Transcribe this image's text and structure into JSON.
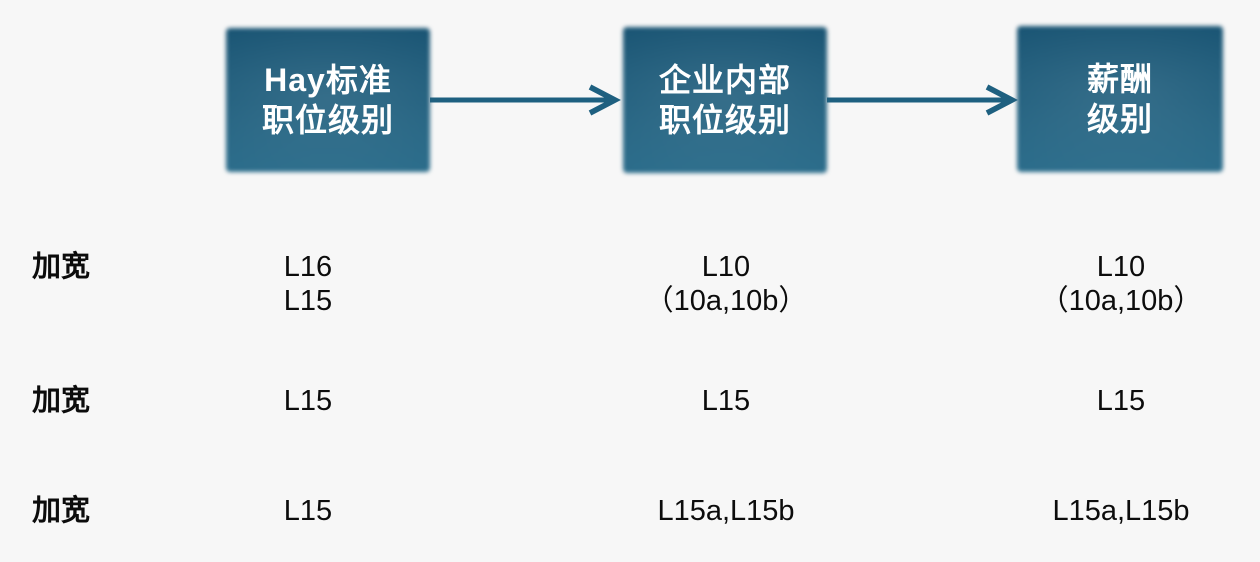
{
  "diagram": {
    "background_color": "#f7f7f7",
    "box_fill_color": "#1f5e7d",
    "arrow_color": "#1e6080",
    "box_text_color": "#ffffff",
    "body_text_color": "#0c0c0c",
    "boxes": [
      {
        "line1": "Hay标准",
        "line2": "职位级别"
      },
      {
        "line1": "企业内部",
        "line2": "职位级别"
      },
      {
        "line1": "薪酬",
        "line2": "级别"
      }
    ],
    "rows": [
      {
        "label": "加宽",
        "cells": [
          {
            "line1": "L16",
            "line2": "L15"
          },
          {
            "line1": "L10",
            "line2": "（10a,10b）"
          },
          {
            "line1": "L10",
            "line2": "（10a,10b）"
          }
        ]
      },
      {
        "label": "加宽",
        "cells": [
          {
            "line1": "L15"
          },
          {
            "line1": "L15"
          },
          {
            "line1": "L15"
          }
        ]
      },
      {
        "label": "加宽",
        "cells": [
          {
            "line1": "L15"
          },
          {
            "line1": "L15a,L15b"
          },
          {
            "line1": "L15a,L15b"
          }
        ]
      }
    ]
  }
}
